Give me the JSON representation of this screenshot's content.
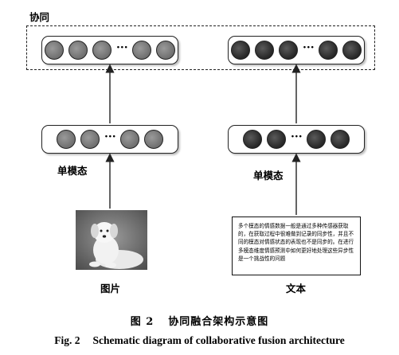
{
  "labels": {
    "collab": "协同",
    "unimodal_left": "单模态",
    "unimodal_right": "单模态",
    "image": "图片",
    "text": "文本"
  },
  "vector_dots": "···",
  "text_content": "多个模态的情感数据一般是通过多种传感器获取的，在获取过程中很难做到记录的同步性，并且不同的模态对情感状态的表现也不是同步的。在进行多模态维度情感预测中如何更好地处理这些异步性是一个挑战性的问题",
  "caption": {
    "cn_num": "图 2",
    "cn_title": "协同融合架构示意图",
    "en_num": "Fig. 2",
    "en_title": "Schematic diagram of collaborative fusion architecture"
  },
  "colors": {
    "gray_node": "#7d7d7d",
    "dark_node": "#2f2f2f",
    "line": "#222222"
  }
}
